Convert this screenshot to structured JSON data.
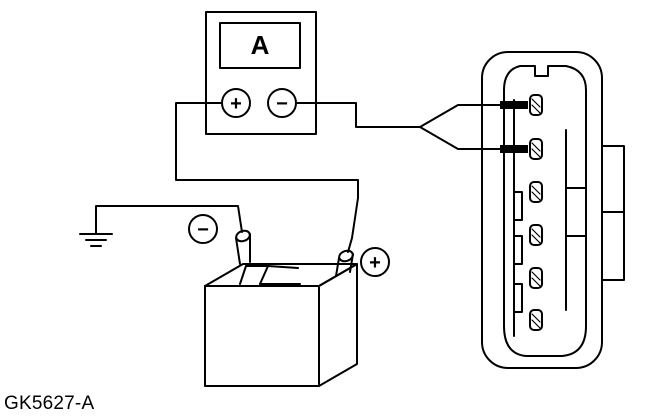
{
  "meter": {
    "display_label": "A",
    "positive_terminal": "+",
    "negative_terminal": "−"
  },
  "battery": {
    "negative_marker": "−",
    "positive_marker": "+"
  },
  "figure_code": "GK5627-A",
  "colors": {
    "line": "#000000",
    "background": "#ffffff"
  },
  "icons": [
    "ammeter",
    "ground-symbol",
    "battery",
    "connector"
  ]
}
